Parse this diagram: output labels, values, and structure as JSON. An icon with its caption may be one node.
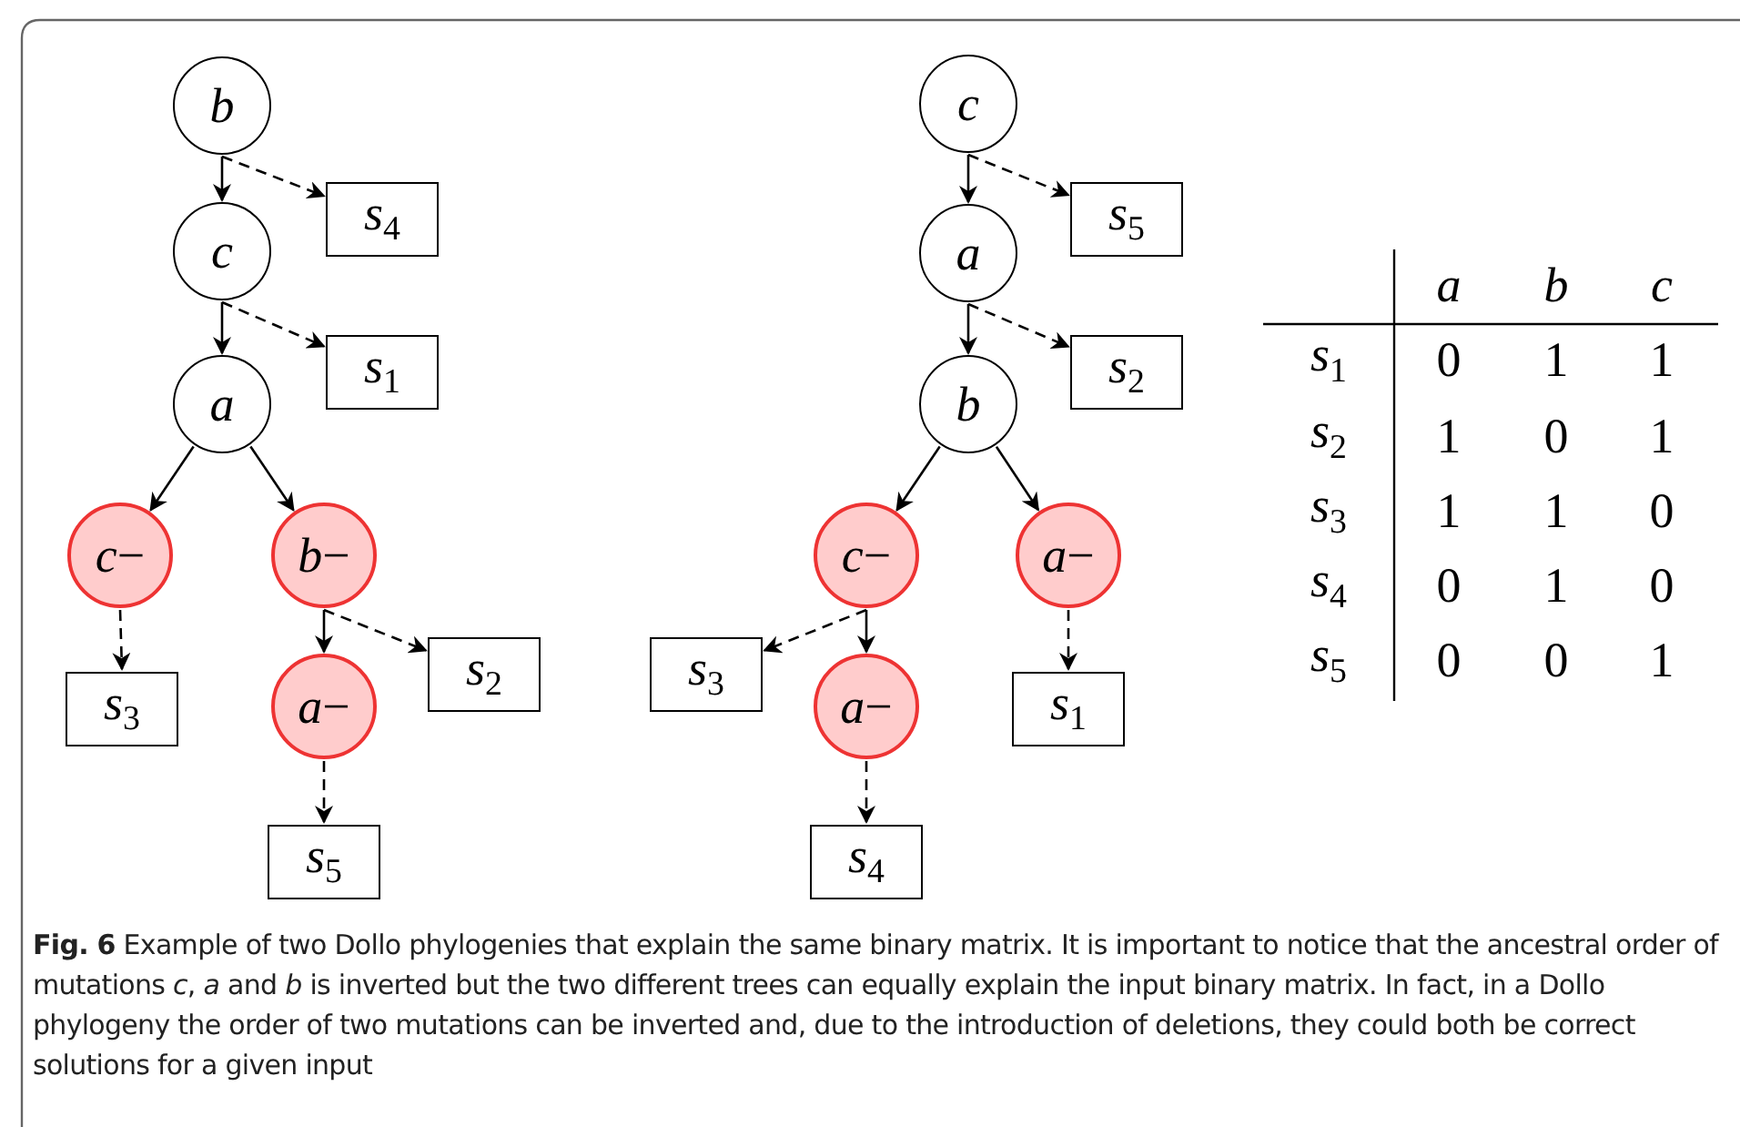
{
  "diagram": {
    "caption": "**Fig. 6** Example of two Dollo phylogenies that explain the same binary matrix. It is important to notice that the ancestral order of mutations *c*, *a* and *b* is inverted but the two different trees can equally explain the input binary matrix. In fact, in a Dollo phylogeny the order of two mutations can be inverted and, due to the introduction of deletions, they could both be correct solutions for a given input",
    "nodes": [
      {
        "text": [
          "b"
        ]
      },
      {
        "text": [
          "*s*$_{4}$"
        ]
      },
      {
        "text": [
          "c"
        ]
      },
      {
        "text": [
          "*s*$_{1}$"
        ]
      },
      {
        "text": [
          "a"
        ]
      },
      {
        "text": [
          "*c*−"
        ]
      },
      {
        "text": [
          "*b*−"
        ]
      },
      {
        "text": [
          "*s*$_{3}$"
        ]
      },
      {
        "text": [
          "*a*−"
        ]
      },
      {
        "text": [
          "*s*$_{2}$"
        ]
      },
      {
        "text": [
          "*s*$_{5}$"
        ]
      },
      {
        "text": [
          "c"
        ]
      },
      {
        "text": [
          "*s*$_{5}$"
        ]
      },
      {
        "text": [
          "a"
        ]
      },
      {
        "text": [
          "*s*$_{2}$"
        ]
      },
      {
        "text": [
          "b"
        ]
      },
      {
        "text": [
          "*c*−"
        ]
      },
      {
        "text": [
          "*a*−"
        ]
      },
      {
        "text": [
          "*s*$_{3}$"
        ]
      },
      {
        "text": [
          "*a*−"
        ]
      },
      {
        "text": [
          "*s*$_{1}$"
        ]
      },
      {
        "text": [
          "*s*$_{4}$"
        ]
      }
    ],
    "edges": [
      {
        "from": 0,
        "to": 2,
        "arrow": "to"
      },
      {
        "from": 0,
        "to": 1,
        "arrow": "to",
        "style": "dashed"
      },
      {
        "from": 2,
        "to": 4,
        "arrow": "to"
      },
      {
        "from": 2,
        "to": 3,
        "arrow": "to",
        "style": "dashed"
      },
      {
        "from": 4,
        "to": 5,
        "arrow": "to"
      },
      {
        "from": 4,
        "to": 6,
        "arrow": "to"
      },
      {
        "from": 5,
        "to": 7,
        "arrow": "to",
        "style": "dashed"
      },
      {
        "from": 6,
        "to": 8,
        "arrow": "to"
      },
      {
        "from": 6,
        "to": 9,
        "arrow": "to",
        "style": "dashed"
      },
      {
        "from": 8,
        "to": 10,
        "arrow": "to",
        "style": "dashed"
      },
      {
        "from": 11,
        "to": 13,
        "arrow": "to"
      },
      {
        "from": 11,
        "to": 12,
        "arrow": "to",
        "style": "dashed"
      },
      {
        "from": 13,
        "to": 15,
        "arrow": "to"
      },
      {
        "from": 13,
        "to": 14,
        "arrow": "to",
        "style": "dashed"
      },
      {
        "from": 15,
        "to": 16,
        "arrow": "to"
      },
      {
        "from": 15,
        "to": 17,
        "arrow": "to"
      },
      {
        "from": 16,
        "to": 19,
        "arrow": "to"
      },
      {
        "from": 16,
        "to": 18,
        "arrow": "to",
        "style": "dashed"
      },
      {
        "from": 17,
        "to": 20,
        "arrow": "to",
        "style": "dashed"
      },
      {
        "from": 19,
        "to": 21,
        "arrow": "to",
        "style": "dashed"
      }
    ],
    "labels": [
      "*a*",
      "*b*",
      "*c*",
      "*s*$_{1}$",
      "0",
      "1",
      "1",
      "*s*$_{2}$",
      "1",
      "0",
      "1",
      "*s*$_{3}$",
      "1",
      "1",
      "0",
      "*s*$_{4}$",
      "0",
      "1",
      "0",
      "*s*$_{5}$",
      "0",
      "0",
      "1"
    ]
  }
}
